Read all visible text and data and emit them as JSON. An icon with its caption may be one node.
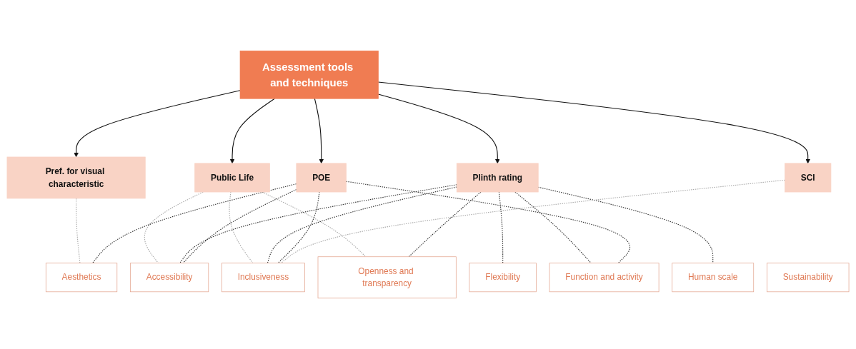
{
  "diagram": {
    "nodes": [
      {
        "text": [
          "Assessment tools and techniques"
        ]
      },
      {
        "text": [
          "Pref. for visual characteristic"
        ]
      },
      {
        "text": [
          "Public Life"
        ]
      },
      {
        "text": [
          "Plinth rating"
        ]
      },
      {
        "text": [
          "POE"
        ]
      },
      {
        "text": [
          "SCI"
        ]
      },
      {
        "text": [
          "Accessibility"
        ]
      },
      {
        "text": [
          "Flexibility"
        ]
      },
      {
        "text": [
          "Function and activity"
        ]
      },
      {
        "text": [
          "Inclusiveness"
        ]
      },
      {
        "text": [
          "Aesthetics"
        ]
      },
      {
        "text": [
          "Openness and transparency"
        ]
      },
      {
        "text": [
          "Human scale"
        ]
      },
      {
        "text": [
          "Sustainability"
        ]
      }
    ],
    "edges": [
      {
        "from": 0,
        "to": 1,
        "arrow": "to"
      },
      {
        "from": 0,
        "to": 2,
        "arrow": "to"
      },
      {
        "from": 0,
        "to": 3,
        "arrow": "to"
      },
      {
        "from": 0,
        "to": 4,
        "arrow": "to"
      },
      {
        "from": 0,
        "to": 5,
        "arrow": "to"
      },
      {
        "from": 1,
        "to": 10,
        "arrow": "none",
        "style": "dashed",
        "color": "#aaaaaa"
      },
      {
        "from": 2,
        "to": 6,
        "arrow": "none",
        "style": "dashed",
        "color": "#aaaaaa"
      },
      {
        "from": 2,
        "to": 9,
        "arrow": "none",
        "style": "dashed",
        "color": "#aaaaaa"
      },
      {
        "from": 2,
        "to": 11,
        "arrow": "none",
        "style": "dashed",
        "color": "#aaaaaa"
      },
      {
        "from": 3,
        "to": 6,
        "arrow": "none",
        "style": "dashed"
      },
      {
        "from": 3,
        "to": 7,
        "arrow": "none",
        "style": "dashed"
      },
      {
        "from": 3,
        "to": 8,
        "arrow": "none",
        "style": "dashed"
      },
      {
        "from": 3,
        "to": 9,
        "arrow": "none",
        "style": "dashed"
      },
      {
        "from": 3,
        "to": 11,
        "arrow": "none",
        "style": "dashed"
      },
      {
        "from": 3,
        "to": 12,
        "arrow": "none",
        "style": "dashed"
      },
      {
        "from": 4,
        "to": 6,
        "arrow": "none",
        "style": "dashed"
      },
      {
        "from": 4,
        "to": 8,
        "arrow": "none",
        "style": "dashed"
      },
      {
        "from": 4,
        "to": 9,
        "arrow": "none",
        "style": "dashed"
      },
      {
        "from": 4,
        "to": 10,
        "arrow": "none",
        "style": "dashed"
      },
      {
        "from": 5,
        "to": 9,
        "arrow": "none",
        "style": "dashed",
        "color": "#aaaaaa"
      }
    ]
  }
}
